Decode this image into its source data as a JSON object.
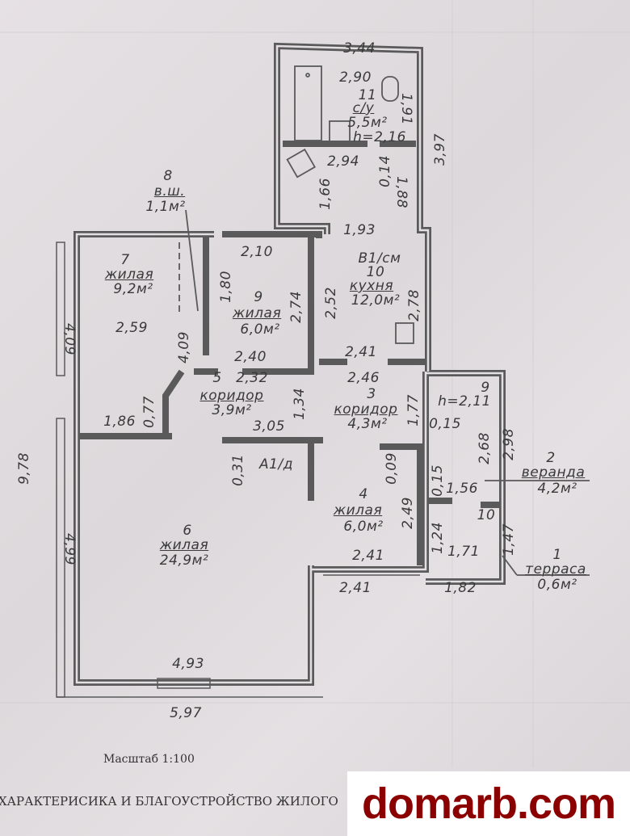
{
  "labels": {
    "d_344": "3,44",
    "d_290": "2,90",
    "r11_num": "11",
    "r11_name": "с/у",
    "r11_area": "5,5м²",
    "r11_h": "h=2,16",
    "d_191": "1,91",
    "d_397": "3,97",
    "d_294": "2,94",
    "d_014": "0,14",
    "d_188": "1,88",
    "d_166": "1,66",
    "r8_num": "8",
    "r8_name": "в.ш.",
    "r8_area": "1,1м²",
    "d_193": "1,93",
    "r10_floor": "В1/см",
    "r10_num": "10",
    "r10_name": "кухня",
    "r10_area": "12,0м²",
    "d_210": "2,10",
    "r7_num": "7",
    "r7_name": "жилая",
    "r7_area": "9,2м²",
    "d_180": "1,80",
    "r9_num": "9",
    "r9_name": "жилая",
    "r9_area": "6,0м²",
    "d_274": "2,74",
    "d_252": "2,52",
    "d_278": "2,78",
    "d_409a": "4,09",
    "d_259": "2,59",
    "d_409b": "4,09",
    "d_240": "2,40",
    "d_241a": "2,41",
    "d_246": "2,46",
    "r5_num": "5",
    "d_232": "2,32",
    "r5_name": "коридор",
    "r5_area": "3,9м²",
    "d_134": "1,34",
    "r3_num": "3",
    "r3_name": "коридор",
    "r3_area": "4,3м²",
    "d_177": "1,77",
    "r9b_num": "9",
    "h_211": "h=2,11",
    "d_015a": "0,15",
    "d_077": "0,77",
    "d_186": "1,86",
    "d_305": "3,05",
    "d_268": "2,68",
    "d_298": "2,98",
    "d_978": "9,78",
    "d_031": "0,31",
    "a1": "А1/д",
    "d_009": "0,09",
    "d_015b": "0,15",
    "r2_num": "2",
    "r2_name": "веранда",
    "r2_area": "4,2м²",
    "d_156": "1,56",
    "r4_num": "4",
    "r4_name": "жилая",
    "r4_area": "6,0м²",
    "d_249": "2,49",
    "r10b_num": "10",
    "d_124": "1,24",
    "d_147": "1,47",
    "r6_num": "6",
    "r6_name": "жилая",
    "r6_area": "24,9м²",
    "d_499": "4,99",
    "d_241b": "2,41",
    "d_171": "1,71",
    "r1_num": "1",
    "r1_name": "терраса",
    "r1_area": "0,6м²",
    "d_241c": "2,41",
    "d_182": "1,82",
    "d_493": "4,93",
    "d_597": "5,97"
  },
  "scale": "Масштаб 1:100",
  "heading": "ХАРАКТЕРИСИКА И БЛАГОУСТРОЙСТВО ЖИЛОГО",
  "watermark": "domarb.com",
  "colors": {
    "wall": "#5a5a5a",
    "watermark": "#8b0000"
  }
}
